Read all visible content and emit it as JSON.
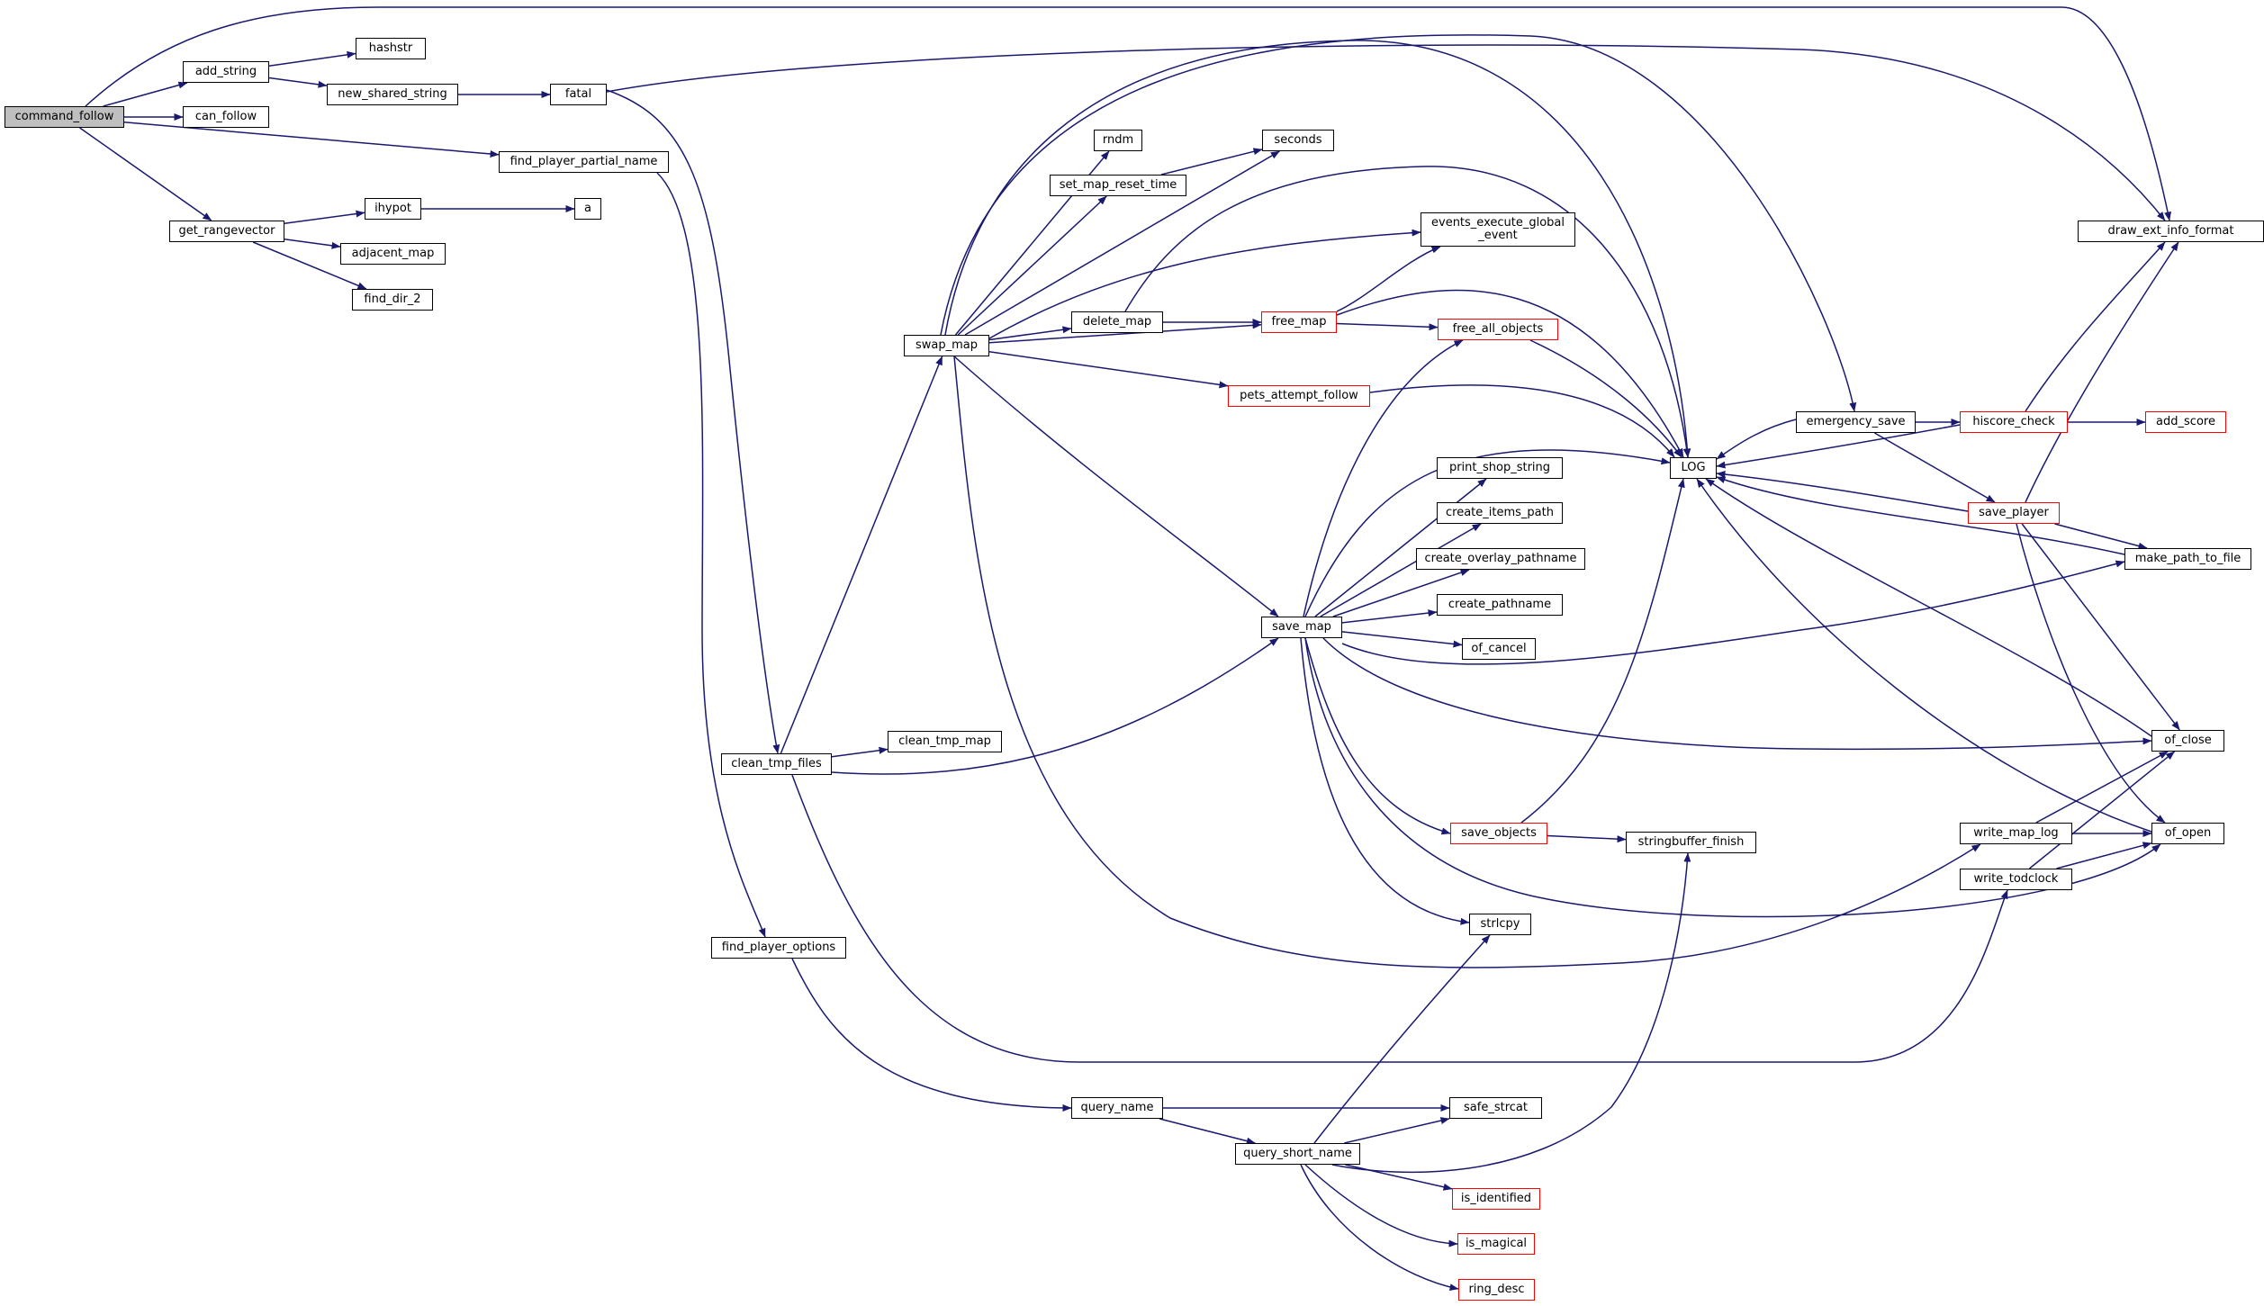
{
  "graph": {
    "colors": {
      "edge": "#191970",
      "node_border": "#000000",
      "incomplete_border": "#ff0000",
      "root_fill": "#bfbfbf"
    },
    "nodes": {
      "command_follow": "command_follow",
      "add_string": "add_string",
      "can_follow": "can_follow",
      "hashstr": "hashstr",
      "new_shared_string": "new_shared_string",
      "fatal": "fatal",
      "find_player_partial_name": "find_player_partial_name",
      "get_rangevector": "get_rangevector",
      "ihypot": "ihypot",
      "a": "a",
      "adjacent_map": "adjacent_map",
      "find_dir_2": "find_dir_2",
      "rndm": "rndm",
      "set_map_reset_time": "set_map_reset_time",
      "seconds": "seconds",
      "events_execute_global_event": "events_execute_global\n_event",
      "delete_map": "delete_map",
      "free_map": "free_map",
      "swap_map": "swap_map",
      "free_all_objects": "free_all_objects",
      "pets_attempt_follow": "pets_attempt_follow",
      "draw_ext_info_format": "draw_ext_info_format",
      "emergency_save": "emergency_save",
      "hiscore_check": "hiscore_check",
      "add_score": "add_score",
      "LOG": "LOG",
      "print_shop_string": "print_shop_string",
      "create_items_path": "create_items_path",
      "create_overlay_pathname": "create_overlay_pathname",
      "create_pathname": "create_pathname",
      "of_cancel": "of_cancel",
      "save_map": "save_map",
      "save_player": "save_player",
      "make_path_to_file": "make_path_to_file",
      "clean_tmp_files": "clean_tmp_files",
      "clean_tmp_map": "clean_tmp_map",
      "of_close": "of_close",
      "write_map_log": "write_map_log",
      "of_open": "of_open",
      "save_objects": "save_objects",
      "stringbuffer_finish": "stringbuffer_finish",
      "write_todclock": "write_todclock",
      "strlcpy": "strlcpy",
      "find_player_options": "find_player_options",
      "query_name": "query_name",
      "safe_strcat": "safe_strcat",
      "query_short_name": "query_short_name",
      "is_identified": "is_identified",
      "is_magical": "is_magical",
      "ring_desc": "ring_desc"
    },
    "red_nodes": [
      "free_map",
      "free_all_objects",
      "pets_attempt_follow",
      "hiscore_check",
      "add_score",
      "save_player",
      "save_objects",
      "is_identified",
      "is_magical",
      "ring_desc"
    ],
    "root_node": "command_follow",
    "edges": [
      [
        "command_follow",
        "add_string"
      ],
      [
        "command_follow",
        "can_follow"
      ],
      [
        "command_follow",
        "find_player_partial_name"
      ],
      [
        "command_follow",
        "get_rangevector"
      ],
      [
        "command_follow",
        "draw_ext_info_format"
      ],
      [
        "add_string",
        "hashstr"
      ],
      [
        "add_string",
        "new_shared_string"
      ],
      [
        "new_shared_string",
        "fatal"
      ],
      [
        "fatal",
        "clean_tmp_files"
      ],
      [
        "fatal",
        "draw_ext_info_format"
      ],
      [
        "find_player_partial_name",
        "find_player_options"
      ],
      [
        "get_rangevector",
        "ihypot"
      ],
      [
        "get_rangevector",
        "adjacent_map"
      ],
      [
        "get_rangevector",
        "find_dir_2"
      ],
      [
        "ihypot",
        "a"
      ],
      [
        "clean_tmp_files",
        "swap_map"
      ],
      [
        "clean_tmp_files",
        "clean_tmp_map"
      ],
      [
        "clean_tmp_files",
        "save_map"
      ],
      [
        "clean_tmp_files",
        "write_todclock"
      ],
      [
        "swap_map",
        "rndm"
      ],
      [
        "swap_map",
        "set_map_reset_time"
      ],
      [
        "swap_map",
        "seconds"
      ],
      [
        "swap_map",
        "events_execute_global_event"
      ],
      [
        "swap_map",
        "delete_map"
      ],
      [
        "swap_map",
        "free_map"
      ],
      [
        "swap_map",
        "pets_attempt_follow"
      ],
      [
        "swap_map",
        "save_map"
      ],
      [
        "swap_map",
        "emergency_save"
      ],
      [
        "swap_map",
        "LOG"
      ],
      [
        "swap_map",
        "write_map_log"
      ],
      [
        "set_map_reset_time",
        "seconds"
      ],
      [
        "delete_map",
        "free_map"
      ],
      [
        "delete_map",
        "LOG"
      ],
      [
        "free_map",
        "events_execute_global_event"
      ],
      [
        "free_map",
        "free_all_objects"
      ],
      [
        "free_map",
        "LOG"
      ],
      [
        "free_all_objects",
        "LOG"
      ],
      [
        "pets_attempt_follow",
        "LOG"
      ],
      [
        "save_map",
        "LOG"
      ],
      [
        "save_map",
        "print_shop_string"
      ],
      [
        "save_map",
        "create_items_path"
      ],
      [
        "save_map",
        "create_overlay_pathname"
      ],
      [
        "save_map",
        "create_pathname"
      ],
      [
        "save_map",
        "of_cancel"
      ],
      [
        "save_map",
        "free_all_objects"
      ],
      [
        "save_map",
        "make_path_to_file"
      ],
      [
        "save_map",
        "of_close"
      ],
      [
        "save_map",
        "save_objects"
      ],
      [
        "save_map",
        "strlcpy"
      ],
      [
        "save_map",
        "of_open"
      ],
      [
        "save_objects",
        "stringbuffer_finish"
      ],
      [
        "save_objects",
        "LOG"
      ],
      [
        "emergency_save",
        "LOG"
      ],
      [
        "emergency_save",
        "hiscore_check"
      ],
      [
        "emergency_save",
        "save_player"
      ],
      [
        "hiscore_check",
        "add_score"
      ],
      [
        "hiscore_check",
        "draw_ext_info_format"
      ],
      [
        "hiscore_check",
        "LOG"
      ],
      [
        "save_player",
        "LOG"
      ],
      [
        "save_player",
        "draw_ext_info_format"
      ],
      [
        "save_player",
        "make_path_to_file"
      ],
      [
        "save_player",
        "of_close"
      ],
      [
        "save_player",
        "of_open"
      ],
      [
        "make_path_to_file",
        "LOG"
      ],
      [
        "of_close",
        "LOG"
      ],
      [
        "of_open",
        "LOG"
      ],
      [
        "write_map_log",
        "of_close"
      ],
      [
        "write_map_log",
        "of_open"
      ],
      [
        "write_todclock",
        "of_close"
      ],
      [
        "write_todclock",
        "of_open"
      ],
      [
        "find_player_options",
        "query_name"
      ],
      [
        "query_name",
        "safe_strcat"
      ],
      [
        "query_name",
        "query_short_name"
      ],
      [
        "query_short_name",
        "safe_strcat"
      ],
      [
        "query_short_name",
        "strlcpy"
      ],
      [
        "query_short_name",
        "stringbuffer_finish"
      ],
      [
        "query_short_name",
        "is_identified"
      ],
      [
        "query_short_name",
        "is_magical"
      ],
      [
        "query_short_name",
        "ring_desc"
      ]
    ]
  }
}
